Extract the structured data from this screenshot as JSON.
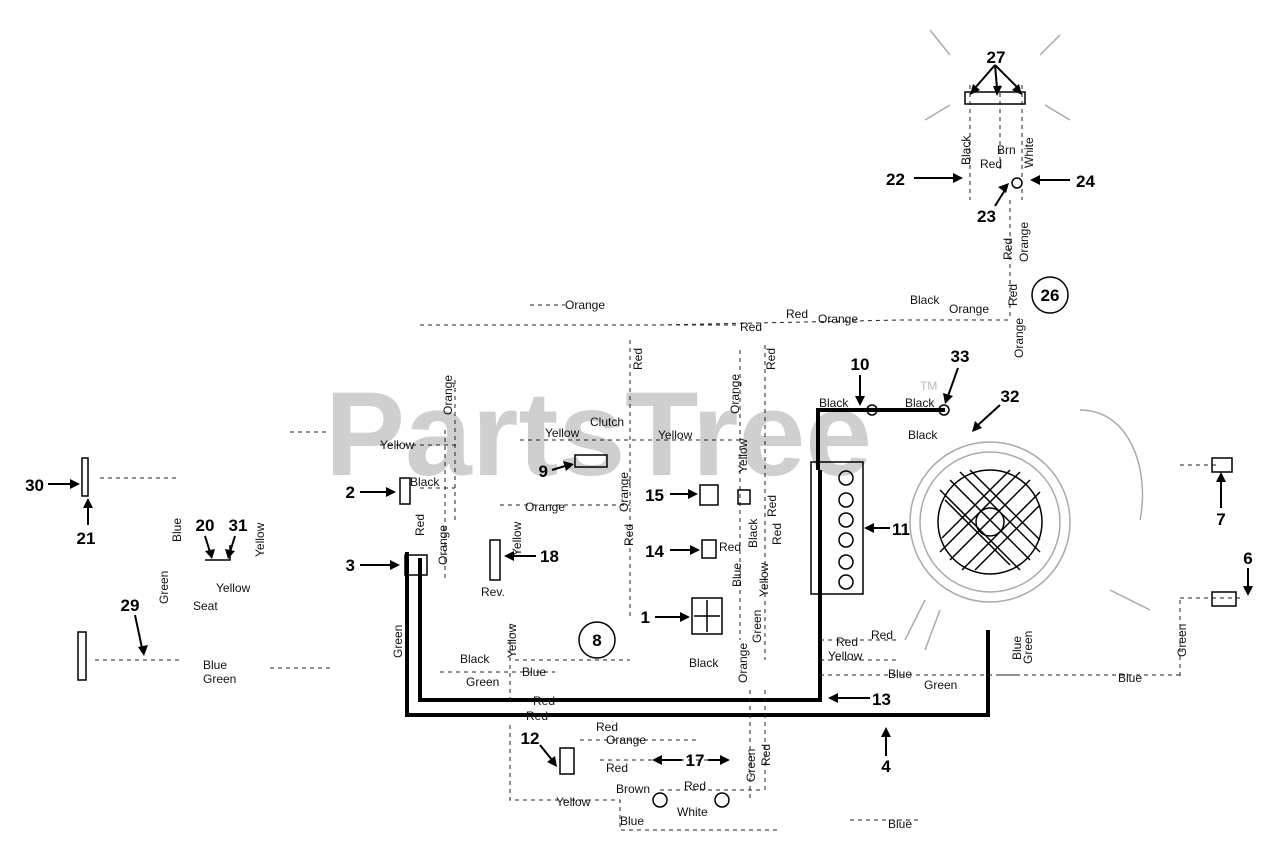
{
  "watermark": "PartsTree",
  "watermark_tm": "TM",
  "callouts": {
    "n1": "1",
    "n2": "2",
    "n3": "3",
    "n4": "4",
    "n6": "6",
    "n7": "7",
    "n8": "8",
    "n9": "9",
    "n10": "10",
    "n11": "11",
    "n12": "12",
    "n13": "13",
    "n14": "14",
    "n15": "15",
    "n17": "17",
    "n18": "18",
    "n20": "20",
    "n21": "21",
    "n22": "22",
    "n23": "23",
    "n24": "24",
    "n26": "26",
    "n27": "27",
    "n29": "29",
    "n30": "30",
    "n31": "31",
    "n32": "32",
    "n33": "33"
  },
  "wire_labels": {
    "orange_top": "Orange",
    "red_top1": "Red",
    "red_top2": "Red",
    "orange_top2": "Orange",
    "black_top": "Black",
    "orange_top3": "Orange",
    "black_27": "Black",
    "brn_27": "Brn",
    "white_27": "White",
    "red_27": "Red",
    "red_24": "Red",
    "orange_24": "Orange",
    "red_26": "Red",
    "orange_26": "Orange",
    "red_v1": "Red",
    "red_v2": "Red",
    "orange_v1": "Orange",
    "orange_v2": "Orange",
    "black_10": "Black",
    "black_33": "Black",
    "black_32": "Black",
    "yellow_left": "Yellow",
    "clutch": "Clutch",
    "yellow_clutch": "Yellow",
    "yellow_clutch2": "Yellow",
    "yellow_v": "Yellow",
    "black_2": "Black",
    "orange_9": "Orange",
    "orange_9v": "Orange",
    "red_3": "Red",
    "orange_3": "Orange",
    "yellow_18": "Yellow",
    "rev": "Rev.",
    "red_15": "Red",
    "red_14": "Red",
    "black_v": "Black",
    "red_15b": "Red",
    "red_14b": "Red",
    "red_v3": "Red",
    "blue_v": "Blue",
    "yellow_v2": "Yellow",
    "green_v": "Green",
    "orange_8": "Orange",
    "black_8": "Black",
    "blue_left": "Blue",
    "green_left": "Green",
    "yellow_20": "Yellow",
    "yellow_31": "Yellow",
    "seat": "Seat",
    "blue_29": "Blue",
    "green_29": "Green",
    "green_3": "Green",
    "black_12": "Black",
    "blue_12": "Blue",
    "yellow_12": "Yellow",
    "green_12": "Green",
    "red_13": "Red",
    "red_4": "Red",
    "red_12": "Red",
    "orange_12": "Orange",
    "red_12b": "Red",
    "yellow_12b": "Yellow",
    "brown_12": "Brown",
    "blue_12b": "Blue",
    "red_17": "Red",
    "white_17": "White",
    "green_17": "Green",
    "red_17b": "Red",
    "blue_bottom": "Blue",
    "red_11a": "Red",
    "red_11b": "Red",
    "yellow_11": "Yellow",
    "blue_11": "Blue",
    "green_11": "Green",
    "blue_gen": "Blue",
    "green_gen": "Green",
    "blue_right": "Blue",
    "green_6": "Green"
  }
}
